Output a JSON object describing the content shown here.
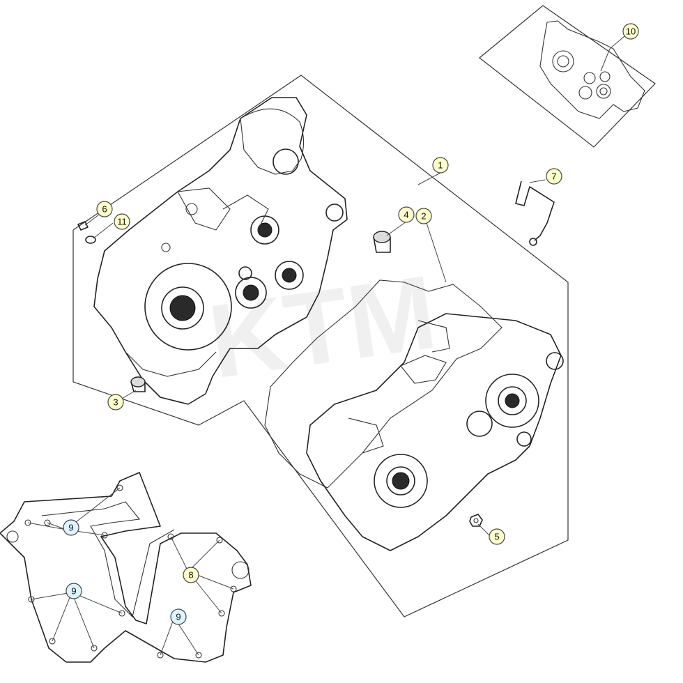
{
  "diagram": {
    "type": "exploded-parts-diagram",
    "colors": {
      "callout_fill": "#ffffcc",
      "callout_fill_highlight": "#ddf4ff",
      "line": "#222222"
    },
    "callouts": [
      {
        "id": "c1",
        "label": "1",
        "highlight": false
      },
      {
        "id": "c2",
        "label": "2",
        "highlight": false
      },
      {
        "id": "c3",
        "label": "3",
        "highlight": false
      },
      {
        "id": "c4",
        "label": "4",
        "highlight": false
      },
      {
        "id": "c5",
        "label": "5",
        "highlight": false
      },
      {
        "id": "c6",
        "label": "6",
        "highlight": false
      },
      {
        "id": "c7",
        "label": "7",
        "highlight": false
      },
      {
        "id": "c8",
        "label": "8",
        "highlight": false
      },
      {
        "id": "c9a",
        "label": "9",
        "highlight": true
      },
      {
        "id": "c9b",
        "label": "9",
        "highlight": true
      },
      {
        "id": "c9c",
        "label": "9",
        "highlight": true
      },
      {
        "id": "c10",
        "label": "10",
        "highlight": false
      },
      {
        "id": "c11",
        "label": "11",
        "highlight": false
      }
    ],
    "watermark_text": "KTM"
  }
}
